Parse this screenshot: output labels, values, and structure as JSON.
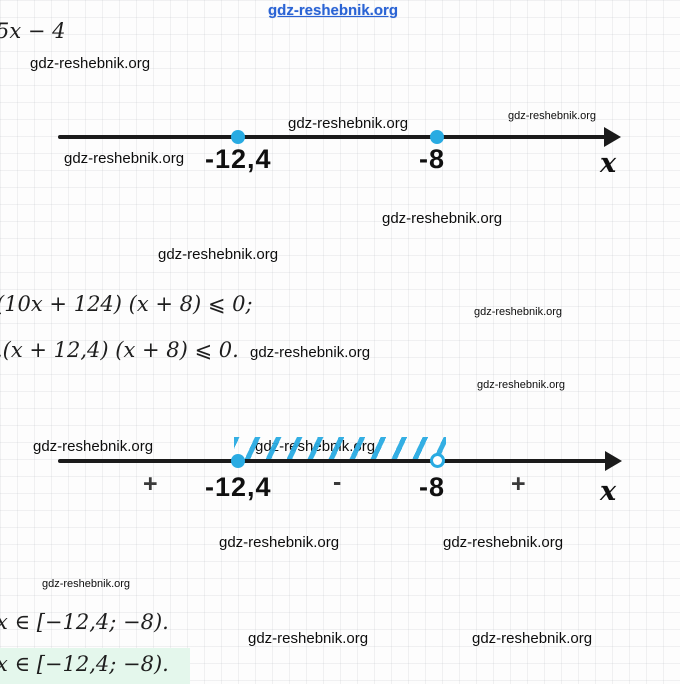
{
  "watermark": {
    "text": "gdz-reshebnik.org"
  },
  "colors": {
    "accent": "#29abe2",
    "link_blue": "#2a63d4",
    "axis": "#1b1b1b",
    "answer_highlight": "#e4f7ec"
  },
  "math": {
    "top_expression": "5x − 4",
    "inequality_1": "(10x + 124) (x + 8)  ⩽  0;",
    "inequality_2": ".(x + 12,4) (x + 8)  ⩽  0.",
    "solution": "x ∈ [−12,4;  −8).",
    "answer": "x ∈ [−12,4;  −8)."
  },
  "numberline_top": {
    "point_left": "-12,4",
    "point_right": "-8",
    "axis_label": "x"
  },
  "numberline_bottom": {
    "point_left": "-12,4",
    "point_right": "-8",
    "axis_label": "x",
    "signs": {
      "left": "+",
      "middle": "-",
      "right": "+"
    }
  }
}
